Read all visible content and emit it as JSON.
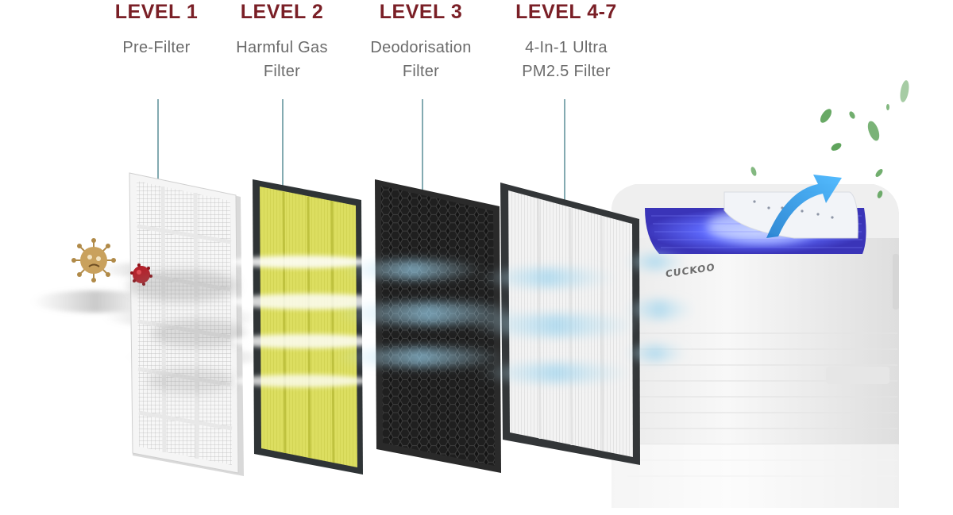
{
  "levels": [
    {
      "title": "LEVEL 1",
      "desc_lines": [
        "Pre-Filter"
      ]
    },
    {
      "title": "LEVEL 2",
      "desc_lines": [
        "Harmful Gas",
        "Filter"
      ]
    },
    {
      "title": "LEVEL 3",
      "desc_lines": [
        "Deodorisation",
        "Filter"
      ]
    },
    {
      "title": "LEVEL 4-7",
      "desc_lines": [
        "4-In-1 Ultra",
        "PM2.5 Filter"
      ]
    }
  ],
  "brand": "CUCKOO",
  "colors": {
    "title": "#7a1f26",
    "desc": "#6b6b6b",
    "leader_line": "#5a8e97",
    "yellow_filter": "#d9dc5a",
    "carbon_filter": "#1b1b1b",
    "hepa_filter": "#f0f0f0",
    "uv_glow": "#4c54ff",
    "leaf": "#4e9a4a"
  },
  "icons": [
    "virus-icon",
    "germ-icon",
    "airflow-arrow-icon",
    "leaf-icon"
  ]
}
